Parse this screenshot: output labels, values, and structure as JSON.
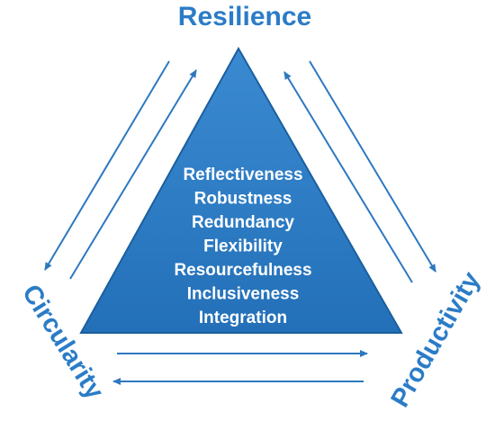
{
  "labels": {
    "top": "Resilience",
    "left": "Circularity",
    "right": "Productivity"
  },
  "qualities": [
    "Reflectiveness",
    "Robustness",
    "Redundancy",
    "Flexibility",
    "Resourcefulness",
    "Inclusiveness",
    "Integration"
  ],
  "colors": {
    "triangle_fill": "#2a7cc4",
    "triangle_edge": "#1a5f9e",
    "label": "#2b7cc7",
    "arrow": "#2e78c0",
    "quality_text": "#ffffff"
  }
}
